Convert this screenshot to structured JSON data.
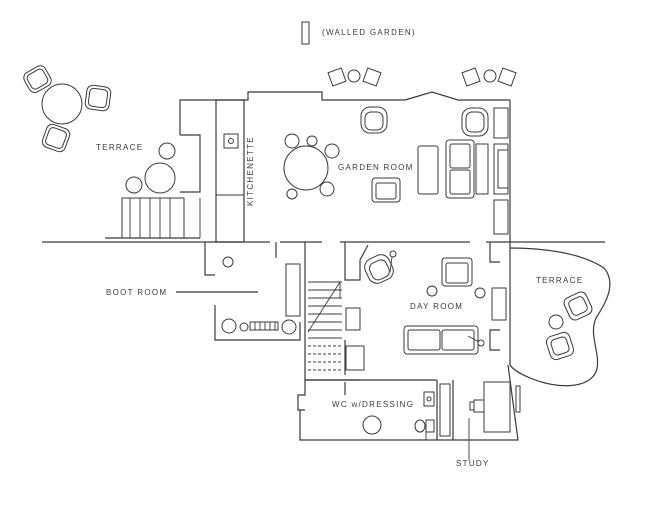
{
  "plan": {
    "labels": {
      "walled_garden": "(WALLED GARDEN)",
      "terrace_left": "TERRACE",
      "kitchenette": "KITCHENETTE",
      "garden_room": "GARDEN ROOM",
      "boot_room": "BOOT ROOM",
      "terrace_right": "TERRACE",
      "day_room": "DAY ROOM",
      "wc_dressing": "WC w/DRESSING",
      "study": "STUDY"
    }
  }
}
